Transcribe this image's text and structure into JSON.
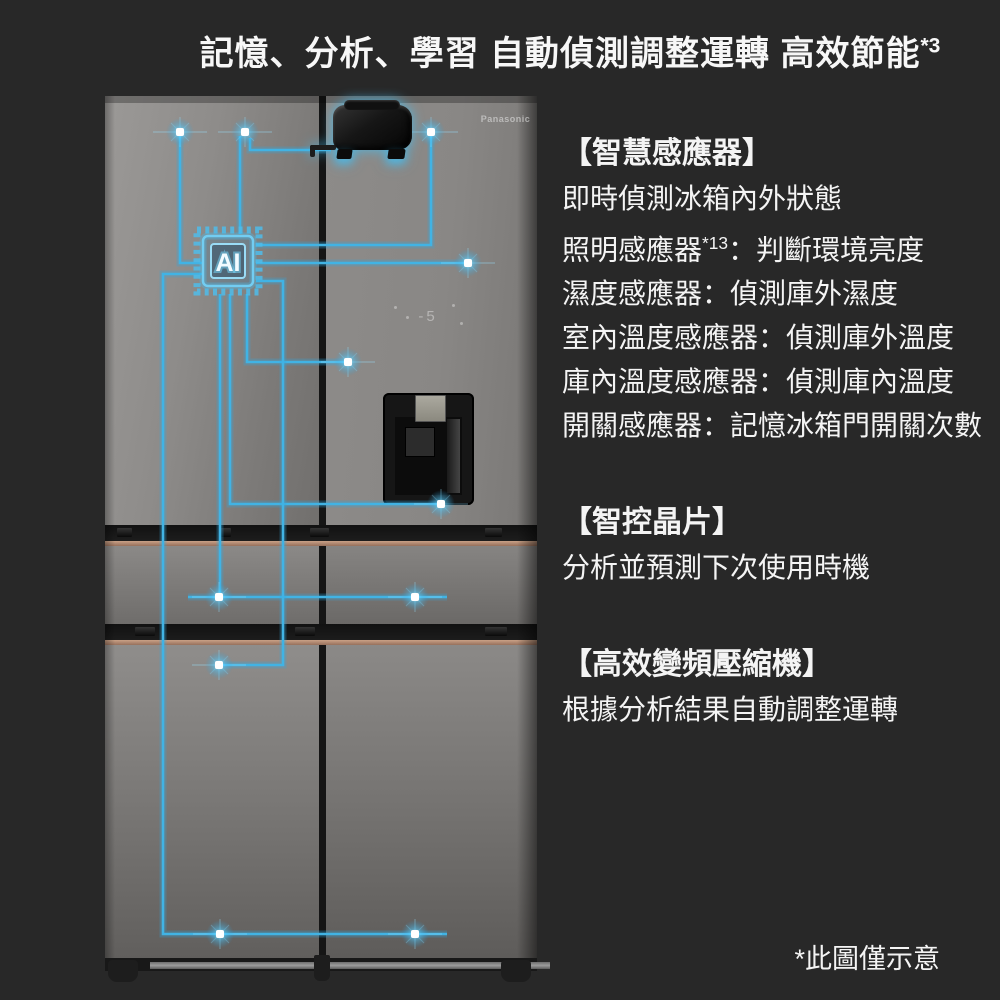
{
  "page": {
    "background_color": "#282828",
    "title": "記憶、分析、學習 自動偵測調整運轉 高效節能*3",
    "footnote": "*此圖僅示意"
  },
  "fridge": {
    "brand": "Panasonic",
    "ai_chip_label": "AI",
    "display_value": "-5"
  },
  "features": {
    "sections": [
      {
        "heading": "【智慧感應器】",
        "lines": [
          "即時偵測冰箱內外狀態",
          "照明感應器*13：判斷環境亮度",
          "濕度感應器：偵測庫外濕度",
          "室內溫度感應器：偵測庫外溫度",
          "庫內溫度感應器：偵測庫內溫度",
          "開關感應器：記憶冰箱門開關次數"
        ]
      },
      {
        "heading": "【智控晶片】",
        "lines": [
          "分析並預測下次使用時機"
        ]
      },
      {
        "heading": "【高效變頻壓縮機】",
        "lines": [
          "根據分析結果自動調整運轉"
        ]
      }
    ]
  },
  "colors": {
    "accent": "#41b3e4",
    "glow": "#9fe5ff",
    "copper": "#b58a70",
    "text": "#f4f4f4"
  }
}
